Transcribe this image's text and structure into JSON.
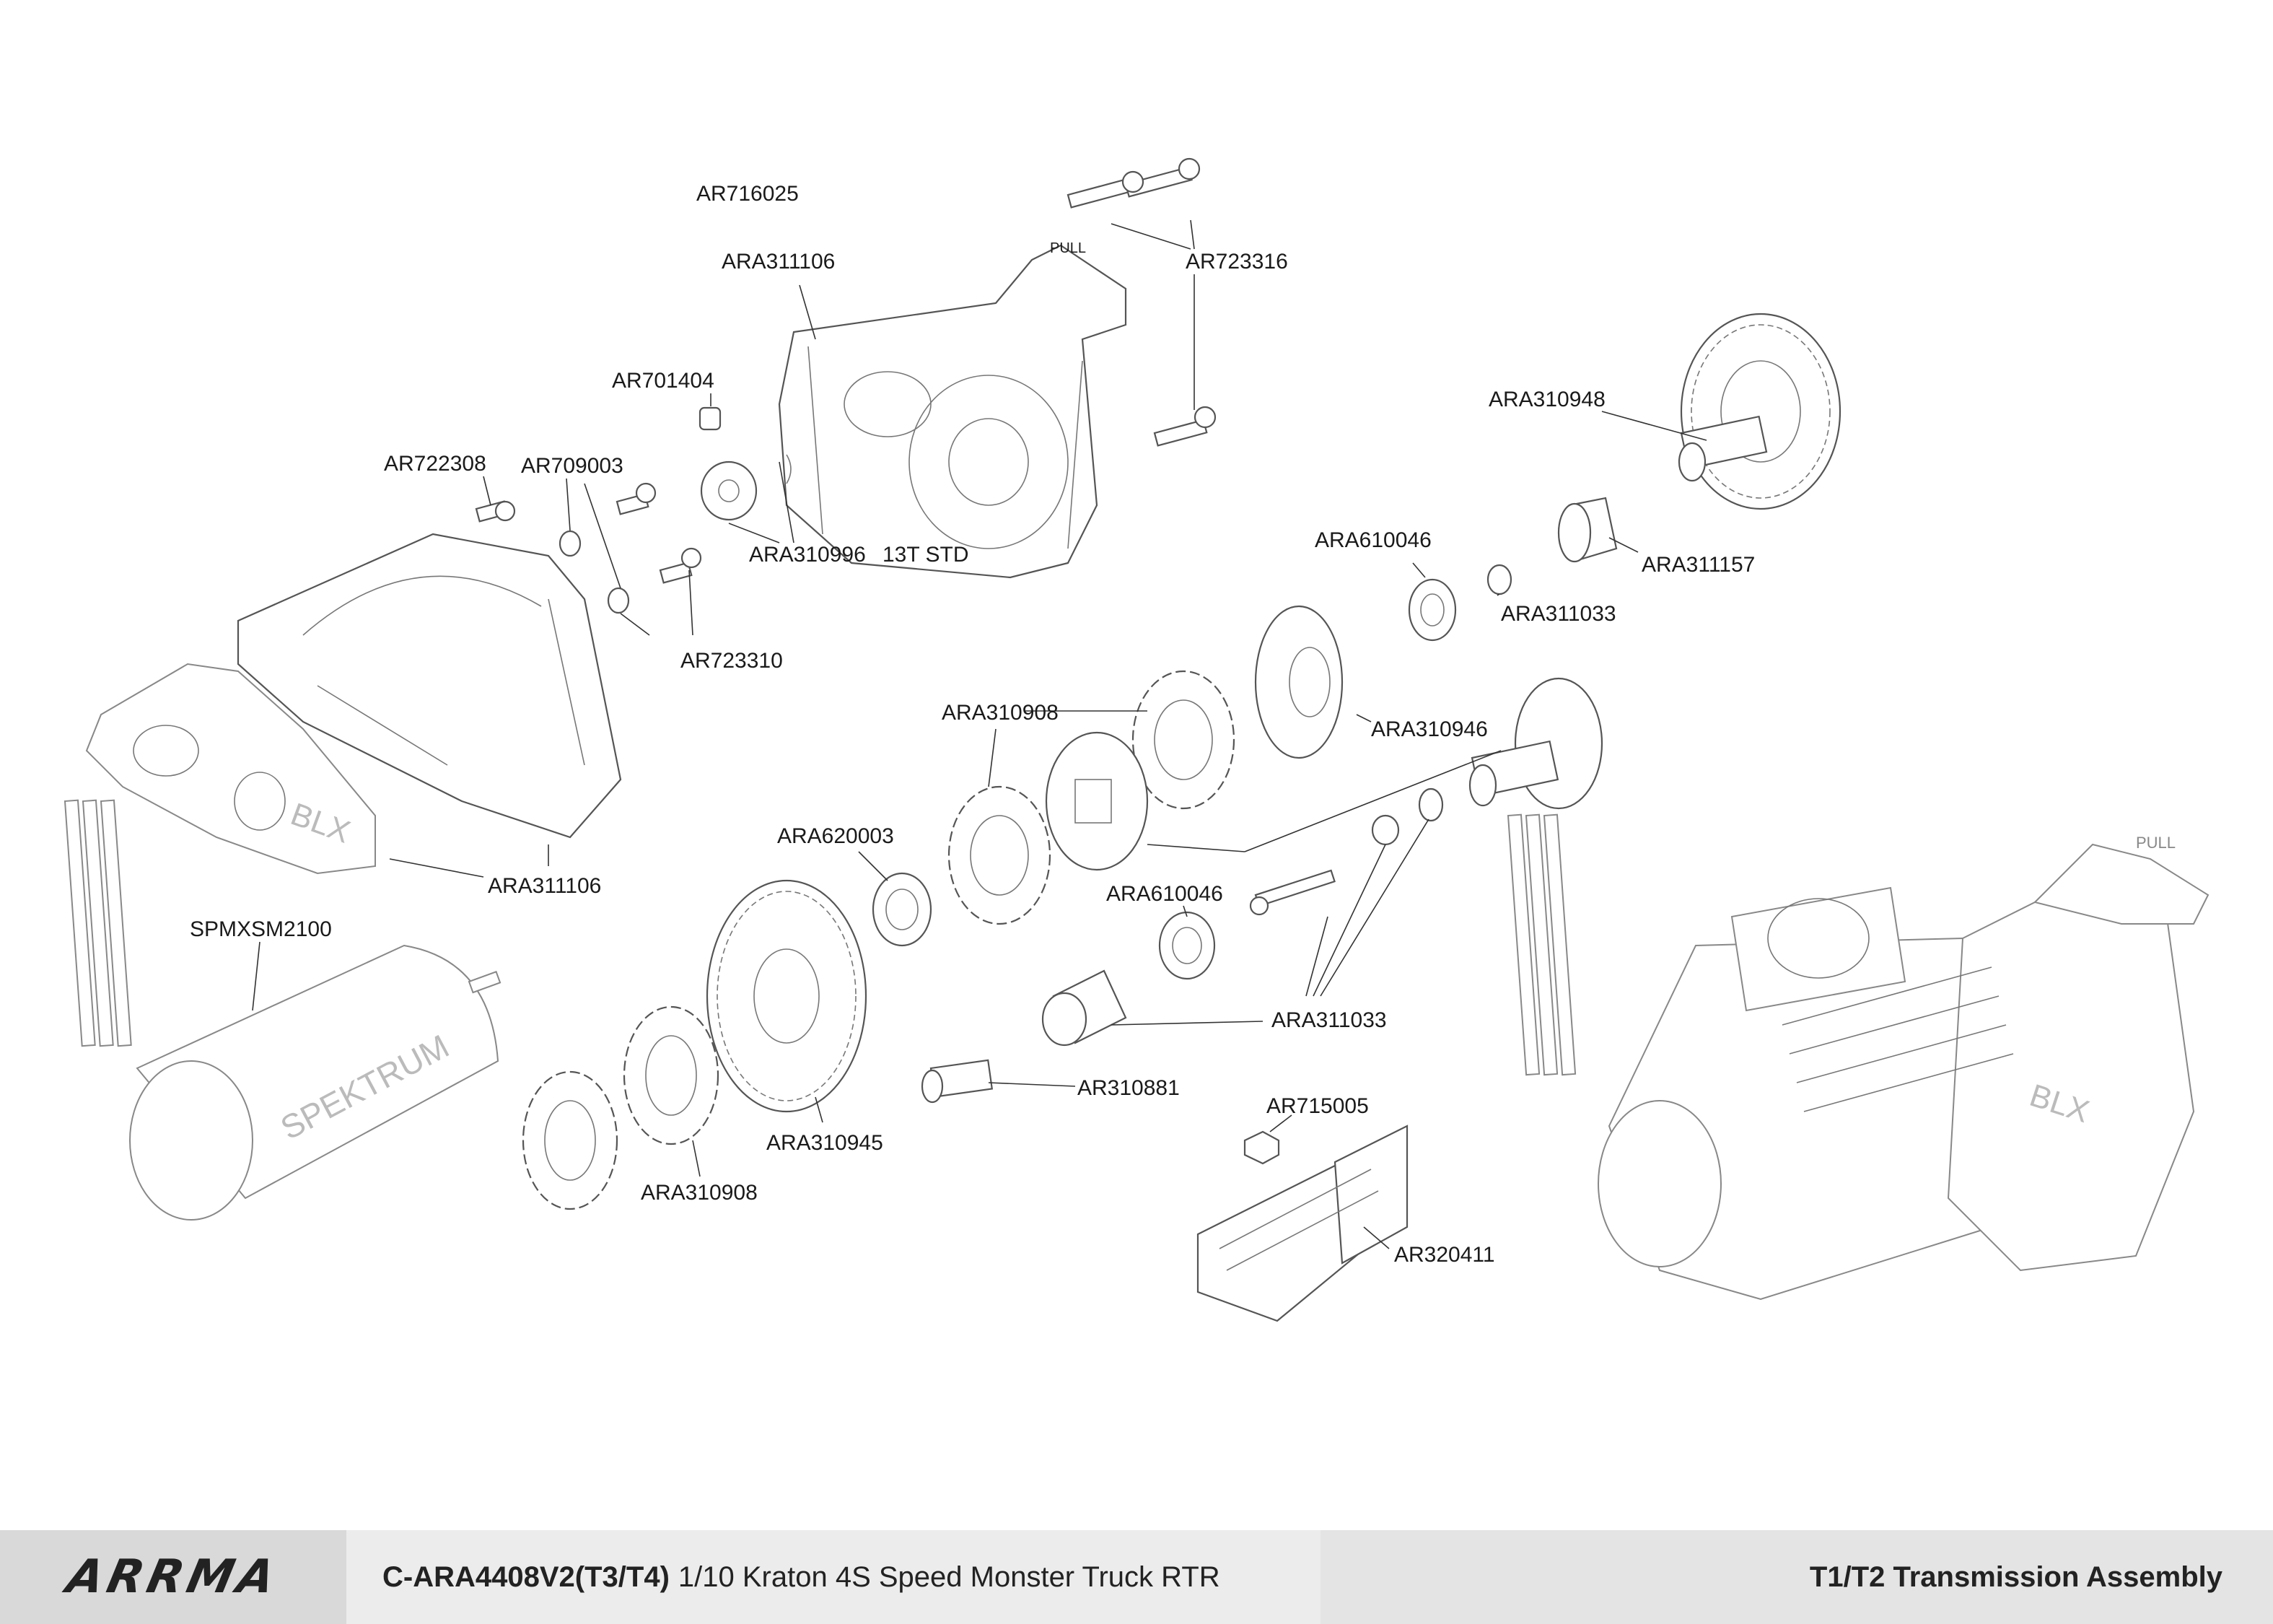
{
  "labels": {
    "ar716025": "AR716025",
    "ara311106_top": "ARA311106",
    "ar723316": "AR723316",
    "ar701404": "AR701404",
    "ar722308": "AR722308",
    "ar709003": "AR709003",
    "ara310996": "ARA310996",
    "pinion_note": "13T STD",
    "ar723310": "AR723310",
    "ara310948": "ARA310948",
    "ara610046_top": "ARA610046",
    "ara311157": "ARA311157",
    "ara311033_top": "ARA311033",
    "ara310908_mid": "ARA310908",
    "ara310946": "ARA310946",
    "ara620003": "ARA620003",
    "ara311106_bottom": "ARA311106",
    "spmxsm2100": "SPMXSM2100",
    "ara610046_mid": "ARA610046",
    "ara311033_mid": "ARA311033",
    "ar310881": "AR310881",
    "ara310945": "ARA310945",
    "ar715005": "AR715005",
    "ara310908_bottom": "ARA310908",
    "ar320411": "AR320411"
  },
  "embossed": {
    "pull": "PULL",
    "blx": "BLX",
    "spektrum": "SPEKTRUM"
  },
  "footer": {
    "brand": "ARRMA",
    "model_code": "C-ARA4408V2(T3/T4)",
    "model_name": "1/10 Kraton 4S Speed Monster Truck RTR",
    "section_title": "T1/T2 Transmission Assembly"
  }
}
